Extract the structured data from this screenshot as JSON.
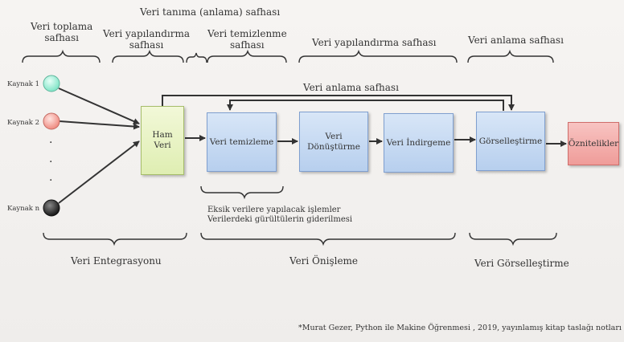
{
  "top_phases": {
    "collection": [
      "Veri toplama",
      "safhası"
    ],
    "definition": "Veri tanıma (anlama) safhası",
    "structuring_left": [
      "Veri yapılandırma",
      "safhası"
    ],
    "cleaning": [
      "Veri temizlenme",
      "safhası"
    ],
    "structuring_right": "Veri yapılandırma safhası",
    "understanding": "Veri anlama safhası"
  },
  "feedback_label": "Veri anlama safhası",
  "sources": {
    "s1": "Kaynak 1",
    "s2": "Kaynak 2",
    "sn": "Kaynak n",
    "dots": [
      "·",
      "·",
      "·"
    ]
  },
  "boxes": {
    "raw": [
      "Ham",
      "Veri"
    ],
    "cleaning": "Veri temizleme",
    "transform": [
      "Veri",
      "Dönüştürme"
    ],
    "reduce": "Veri İndirgeme",
    "visualize": "Görselleştirme",
    "features": "Öznitelikler"
  },
  "cleaning_notes": [
    "Eksik verilere yapılacak işlemler",
    "Verilerdeki gürültülerin giderilmesi"
  ],
  "bottom_phases": {
    "integration": "Veri Entegrasyonu",
    "preprocessing": "Veri Önişleme",
    "visualization": "Veri Görselleştirme"
  },
  "footnote": "*Murat Gezer, Python ile Makine Öğrenmesi , 2019, yayınlamış kitap taslağı notları",
  "colors": {
    "source1": "#a8f0dc",
    "source2": "#f6a8a0",
    "sourceN": "#333333",
    "raw_box": "#e5f0c0",
    "process_box": "#c3d7f1",
    "features_box": "#f2a9a6",
    "line": "#333333"
  }
}
